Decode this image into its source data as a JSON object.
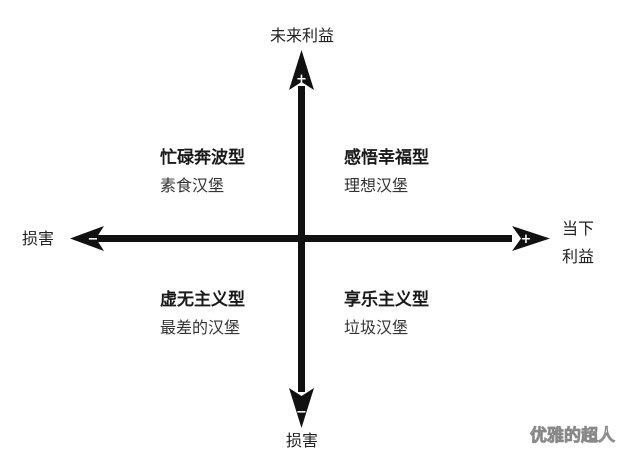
{
  "axes": {
    "top": "未来利益",
    "bottom": "损害",
    "left": "损害",
    "right_line1": "当下",
    "right_line2": "利益",
    "sign_top": "+",
    "sign_bottom": "−",
    "sign_left": "−",
    "sign_right": "+"
  },
  "quadrants": {
    "top_left": {
      "title": "忙碌奔波型",
      "subtitle": "素食汉堡"
    },
    "top_right": {
      "title": "感悟幸福型",
      "subtitle": "理想汉堡"
    },
    "bottom_left": {
      "title": "虚无主义型",
      "subtitle": "最差的汉堡"
    },
    "bottom_right": {
      "title": "享乐主义型",
      "subtitle": "垃圾汉堡"
    }
  },
  "watermark": "优雅的超人",
  "colors": {
    "axis": "#111111",
    "sign": "#ffffff"
  }
}
